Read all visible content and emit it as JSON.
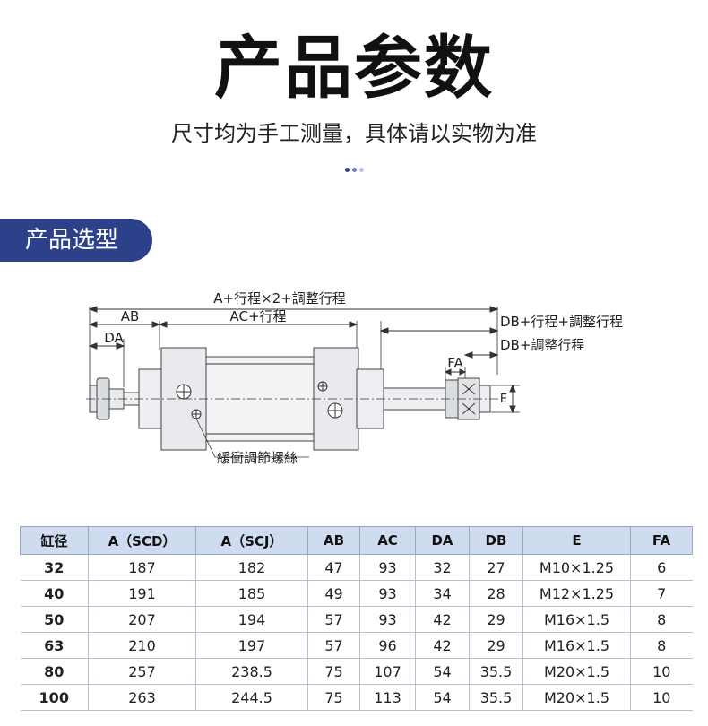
{
  "header": {
    "title": "产品参数",
    "subtitle": "尺寸均为手工测量，具体请以实物为准",
    "dot_colors": [
      "#2d418a",
      "#6b7fc0",
      "#b8c4e4"
    ]
  },
  "section": {
    "label": "产品选型",
    "color": "#2d418a"
  },
  "diagram": {
    "labels": {
      "total": "A+行程×2+調整行程",
      "ac": "AC+行程",
      "ab": "AB",
      "da": "DA",
      "db_full": "DB+行程+調整行程",
      "db": "DB+調整行程",
      "fa": "FA",
      "e": "E",
      "cushion": "緩衝調節螺絲"
    }
  },
  "table": {
    "headers": [
      "缸径",
      "A（SCD）",
      "A（SCJ）",
      "AB",
      "AC",
      "DA",
      "DB",
      "E",
      "FA"
    ],
    "rows": [
      [
        "32",
        "187",
        "182",
        "47",
        "93",
        "32",
        "27",
        "M10×1.25",
        "6"
      ],
      [
        "40",
        "191",
        "185",
        "49",
        "93",
        "34",
        "28",
        "M12×1.25",
        "7"
      ],
      [
        "50",
        "207",
        "194",
        "57",
        "93",
        "42",
        "29",
        "M16×1.5",
        "8"
      ],
      [
        "63",
        "210",
        "197",
        "57",
        "96",
        "42",
        "29",
        "M16×1.5",
        "8"
      ],
      [
        "80",
        "257",
        "238.5",
        "75",
        "107",
        "54",
        "35.5",
        "M20×1.5",
        "10"
      ],
      [
        "100",
        "263",
        "244.5",
        "75",
        "113",
        "54",
        "35.5",
        "M20×1.5",
        "10"
      ]
    ]
  }
}
